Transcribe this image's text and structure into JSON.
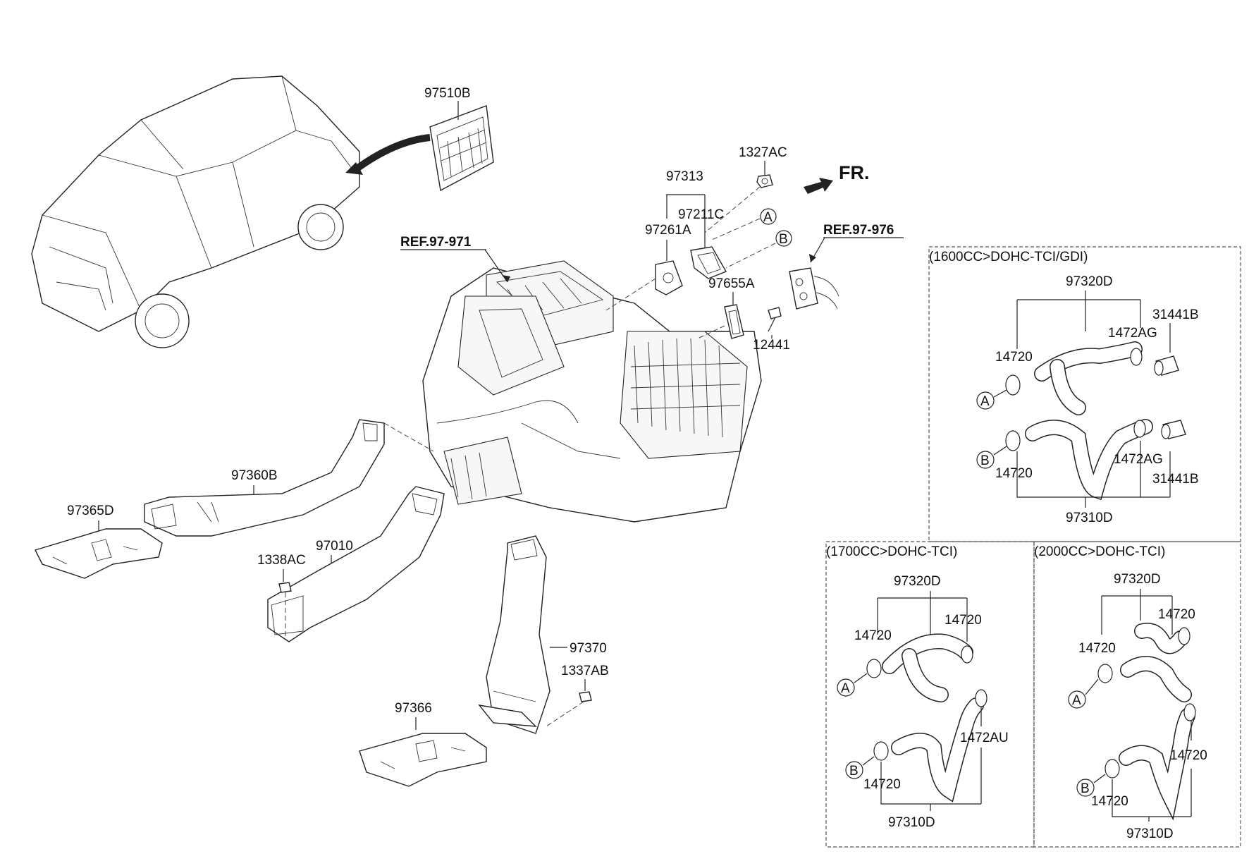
{
  "labels": {
    "p97510B": "97510B",
    "p1327AC": "1327AC",
    "p97313": "97313",
    "p97211C": "97211C",
    "p97261A": "97261A",
    "p97655A": "97655A",
    "p12441": "12441",
    "p97360B": "97360B",
    "p97365D": "97365D",
    "p97010": "97010",
    "p1338AC": "1338AC",
    "p97370": "97370",
    "p1337AB": "1337AB",
    "p97366": "97366"
  },
  "refs": {
    "ref971": "REF.97-971",
    "ref976": "REF.97-976"
  },
  "front_marker": "FR.",
  "connectors": {
    "A": "A",
    "B": "B"
  },
  "boxes": {
    "b1600": {
      "header": "(1600CC>DOHC-TCI/GDI)",
      "upper_hose": "97320D",
      "lower_hose": "97310D",
      "clamp_1": "14720",
      "clamp_2": "14720",
      "clip_1": "1472AG",
      "clip_2": "1472AG",
      "sensor_1": "31441B",
      "sensor_2": "31441B"
    },
    "b1700": {
      "header": "(1700CC>DOHC-TCI)",
      "upper_hose": "97320D",
      "lower_hose": "97310D",
      "clamp_1": "14720",
      "clamp_2": "14720",
      "clamp_3": "14720",
      "clip_1": "1472AU"
    },
    "b2000": {
      "header": "(2000CC>DOHC-TCI)",
      "upper_hose": "97320D",
      "lower_hose": "97310D",
      "clamp_1": "14720",
      "clamp_2": "14720",
      "clamp_3": "14720",
      "clamp_4": "14720"
    }
  }
}
